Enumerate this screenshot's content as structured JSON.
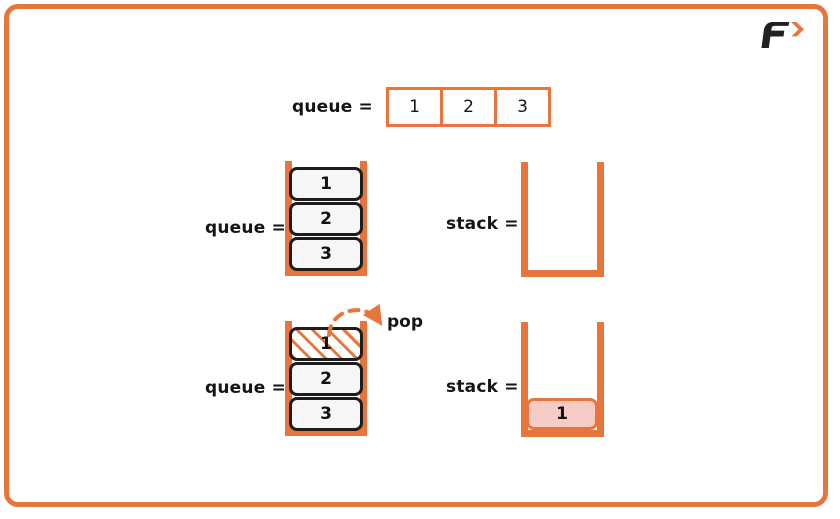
{
  "slide": {
    "border_color": "#E8763C",
    "background": "#ffffff",
    "logo": {
      "name": "f-chevron-logo",
      "letter": "F",
      "chevron": "›",
      "letter_color": "#231f20",
      "chevron_color": "#E8763C"
    }
  },
  "rows": [
    {
      "id": "queue-strip-row",
      "label": "queue =",
      "type": "horizontal-cells",
      "cells": [
        "1",
        "2",
        "3"
      ],
      "cell_border_color": "#E8763C",
      "cell_fill": "#ffffff"
    },
    {
      "id": "initial-state-row",
      "queue": {
        "label": "queue =",
        "container": "u-shape",
        "container_color": "#E8763C",
        "items": [
          "1",
          "2",
          "3"
        ],
        "item_border_color": "#1d1d1d",
        "item_fill": "#f7f7f7"
      },
      "stack": {
        "label": "stack =",
        "container": "u-shape",
        "container_color": "#E8763C",
        "items": []
      }
    },
    {
      "id": "after-pop-row",
      "queue": {
        "label": "queue =",
        "container": "u-shape",
        "container_color": "#E8763C",
        "items": [
          "1",
          "2",
          "3"
        ],
        "highlighted_index": 0,
        "highlight_style": "diagonal-hatch",
        "highlight_color": "#E8763C",
        "item_border_color": "#1d1d1d",
        "item_fill": "#f7f7f7"
      },
      "annotation": {
        "text": "pop",
        "arrow": "dashed-curved-arrow",
        "arrow_color": "#E8763C"
      },
      "stack": {
        "label": "stack =",
        "container": "u-shape",
        "container_color": "#E8763C",
        "items": [
          "1"
        ],
        "item_border_color": "#E8763C",
        "item_fill": "#F6CBC5"
      }
    }
  ]
}
